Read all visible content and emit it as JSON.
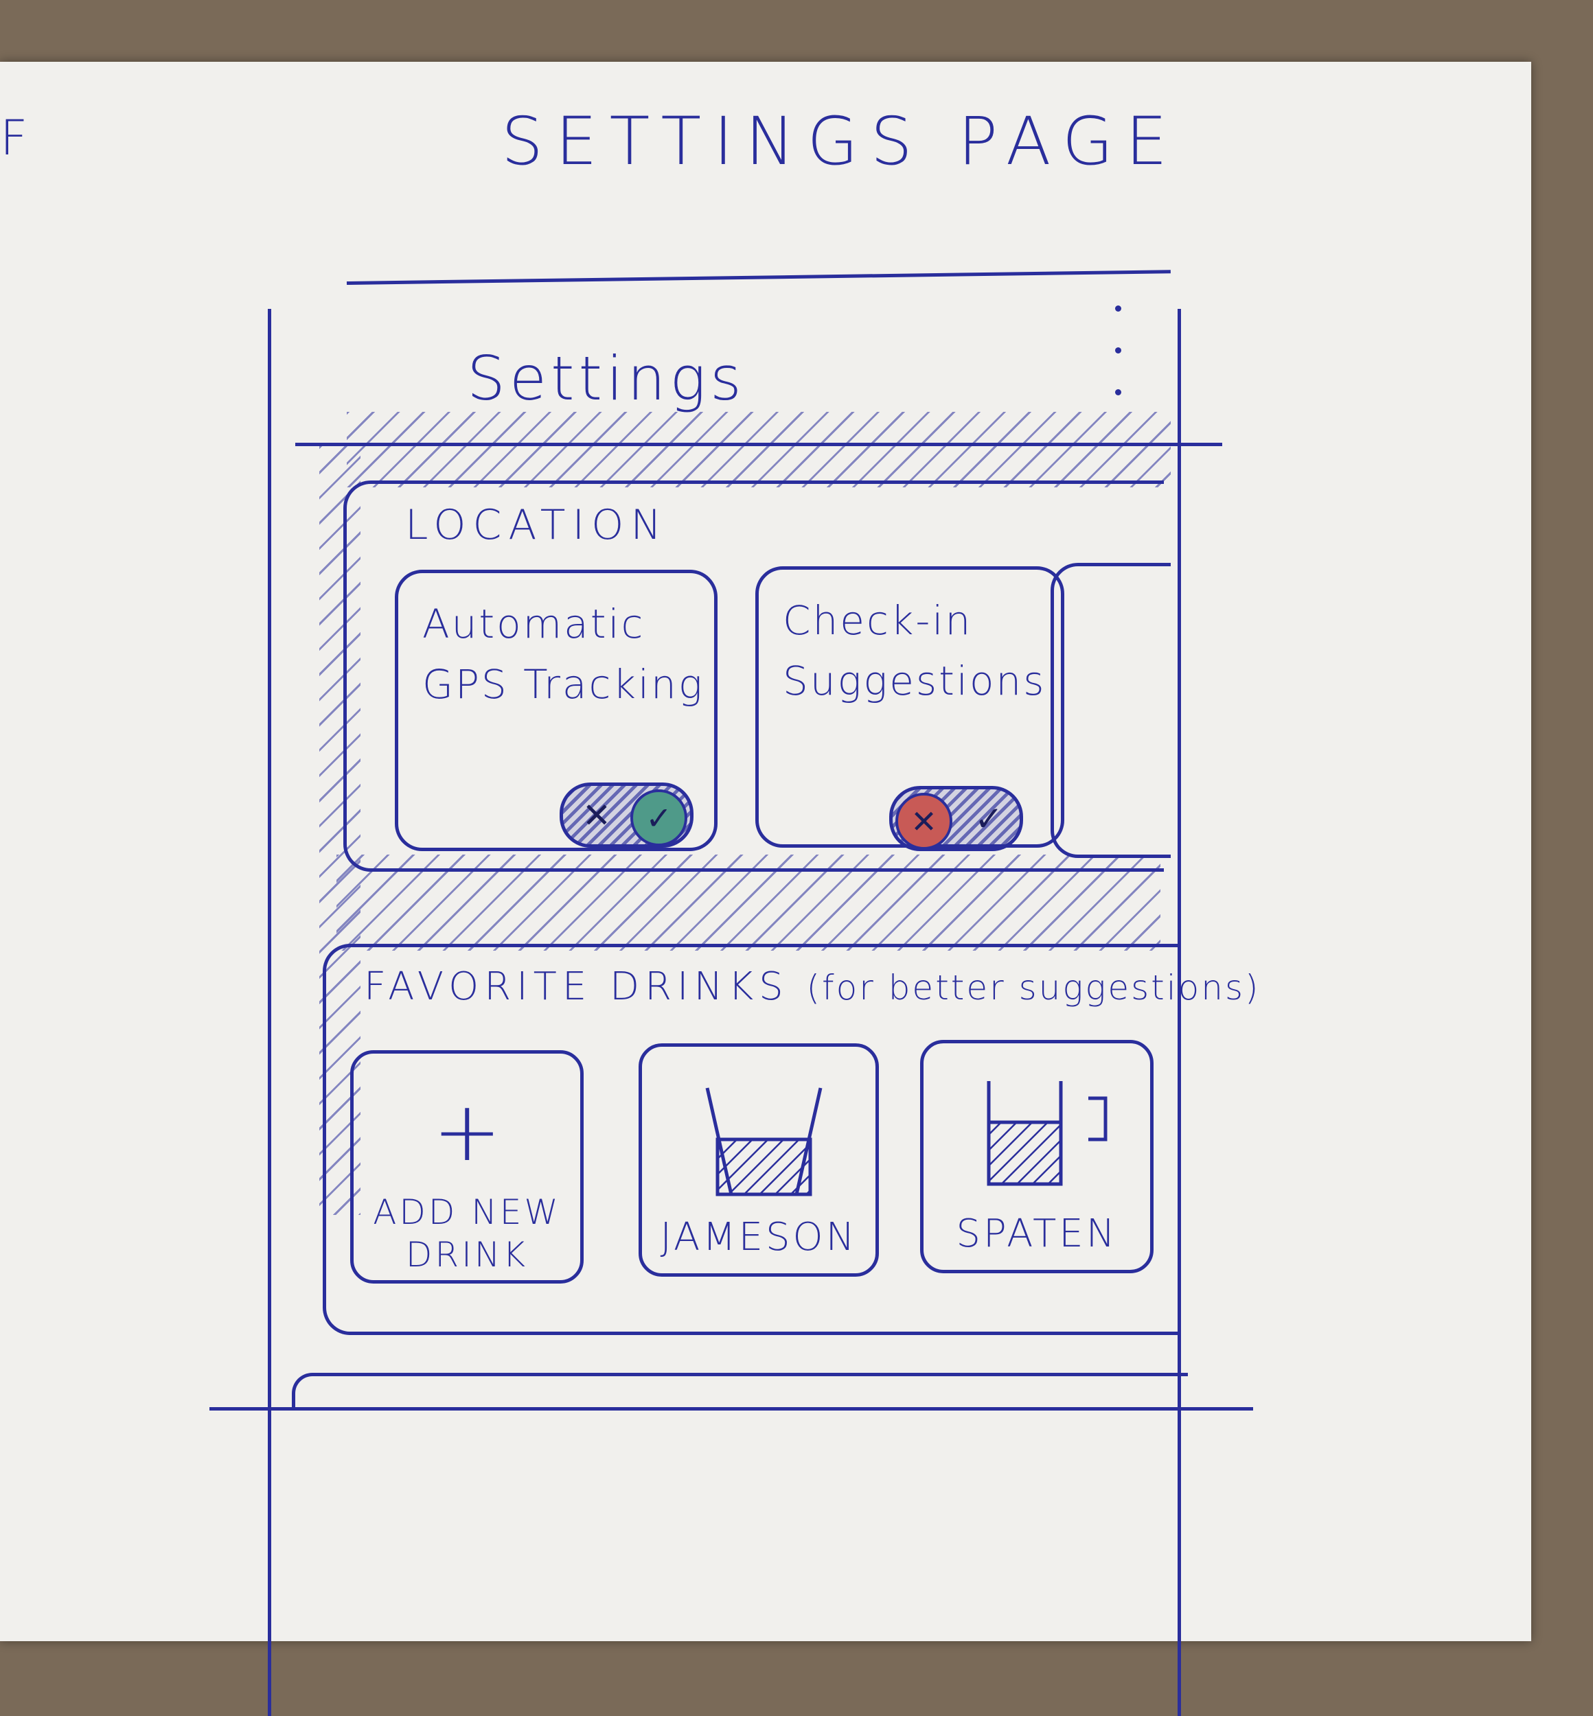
{
  "sheet": {
    "title": "SETTINGS PAGE",
    "stray_mark": "F"
  },
  "appbar": {
    "title": "Settings",
    "overflow_icon": "more-vert-icon"
  },
  "location": {
    "label": "LOCATION",
    "tiles": [
      {
        "label": "Automatic GPS Tracking",
        "toggle_state": "on",
        "toggle_color": "#4f9a89"
      },
      {
        "label": "Check-in Suggestions",
        "toggle_state": "off",
        "toggle_color": "#c85a56"
      }
    ]
  },
  "drinks": {
    "label": "FAVORITE DRINKS",
    "note": "(for better suggestions)",
    "items": [
      {
        "label": "ADD NEW DRINK",
        "icon": "plus-icon"
      },
      {
        "label": "JAMESON",
        "icon": "whiskey-glass-icon"
      },
      {
        "label": "SPATEN",
        "icon": "beer-mug-icon"
      }
    ]
  },
  "colors": {
    "ink": "#2a2e9c",
    "paper": "#f1f0ed",
    "background": "#7a6a58"
  }
}
